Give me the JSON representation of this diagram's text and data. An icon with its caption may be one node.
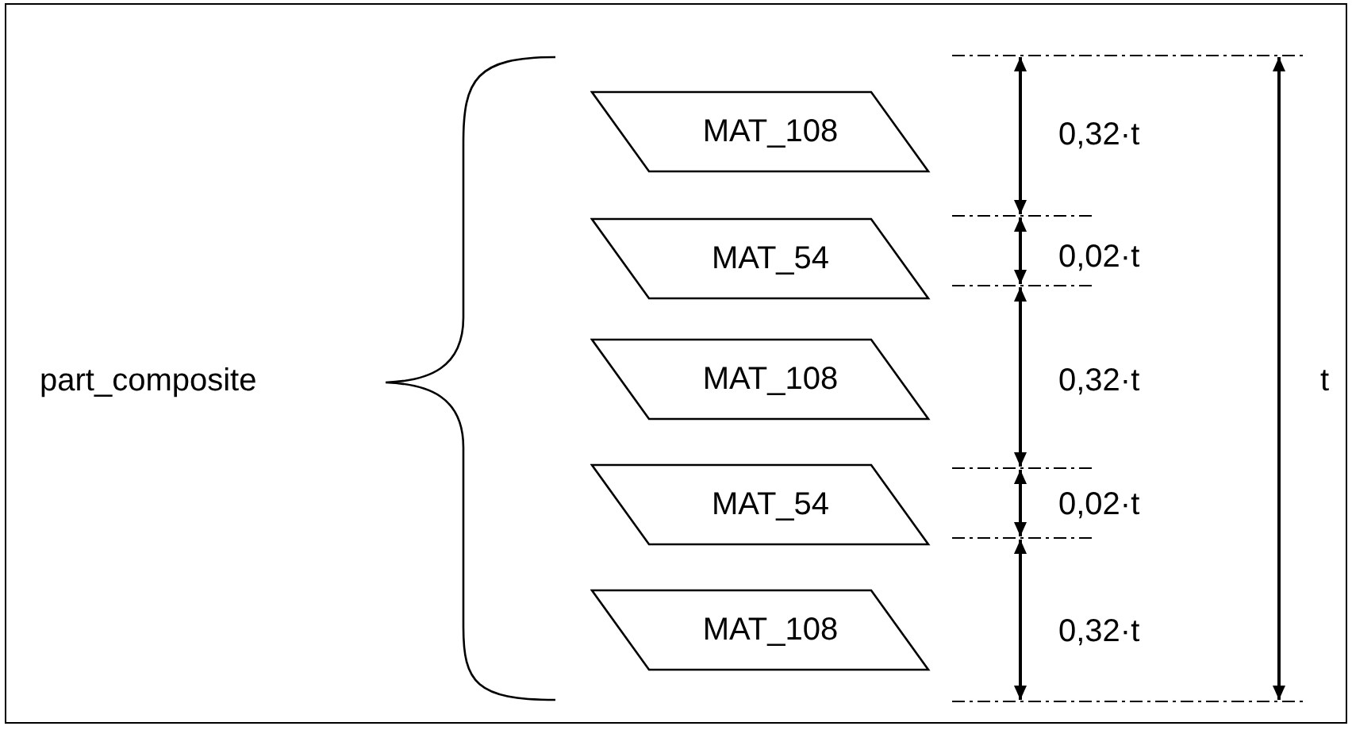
{
  "diagram": {
    "nodes": [
      {
        "text": [
          "MAT_108"
        ]
      },
      {
        "text": [
          "MAT_54"
        ]
      },
      {
        "text": [
          "MAT_108"
        ]
      },
      {
        "text": [
          "MAT_54"
        ]
      },
      {
        "text": [
          "MAT_108"
        ]
      }
    ],
    "labels": [
      "part_composite",
      "0,32·t",
      "0,02·t",
      "0,32·t",
      "0,02·t",
      "0,32·t",
      "t"
    ]
  }
}
